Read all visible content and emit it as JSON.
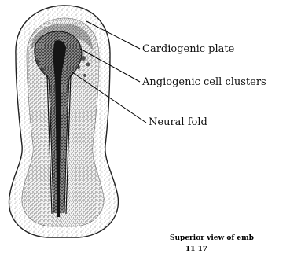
{
  "labels": {
    "cardiogenic_plate": "Cardiogenic plate",
    "angiogenic_cell_clusters": "Angiogenic cell clusters",
    "neural_fold": "Neural fold"
  },
  "caption": {
    "line1": "Superior view of emb",
    "line2_partial": "11 17"
  },
  "colors": {
    "background": "#ffffff",
    "outline": "#222222",
    "stipple_light": "#9a9a9a",
    "stipple_dark": "#2a2a2a",
    "text": "#111111"
  }
}
